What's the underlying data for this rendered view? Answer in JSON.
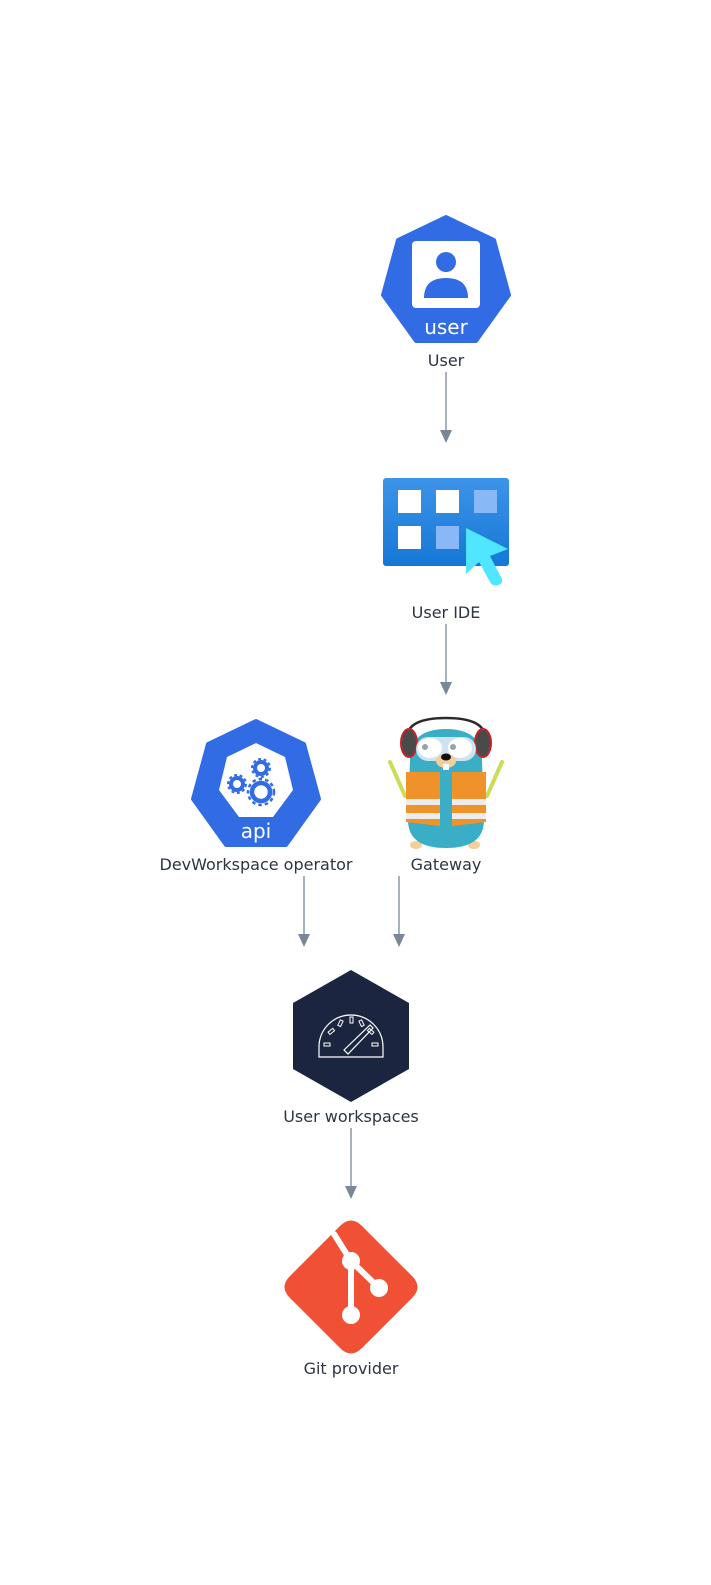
{
  "colors": {
    "kube_blue": "#326ce5",
    "ide_blue_top": "#3d94e8",
    "ide_blue_bottom": "#1577d6",
    "cursor_cyan": "#50e6ff",
    "workspace_navy": "#1b253f",
    "git_orange": "#f05033",
    "edge_gray": "#7a8797",
    "gopher_teal": "#3aaec6",
    "vest_orange": "#f0922a"
  },
  "nodes": {
    "user": {
      "label": "User",
      "icon": "kubernetes-user-icon",
      "badge": "user"
    },
    "user_ide": {
      "label": "User IDE",
      "icon": "ide-grid-cursor-icon"
    },
    "operator": {
      "label": "DevWorkspace operator",
      "icon": "kubernetes-api-icon",
      "badge": "api"
    },
    "gateway": {
      "label": "Gateway",
      "icon": "go-gopher-icon"
    },
    "workspaces": {
      "label": "User workspaces",
      "icon": "dashboard-gauge-hexagon-icon"
    },
    "git": {
      "label": "Git provider",
      "icon": "git-logo-icon"
    }
  },
  "edges": [
    {
      "from": "User",
      "to": "User IDE"
    },
    {
      "from": "User IDE",
      "to": "Gateway"
    },
    {
      "from": "DevWorkspace operator",
      "to": "User workspaces"
    },
    {
      "from": "Gateway",
      "to": "User workspaces"
    },
    {
      "from": "User workspaces",
      "to": "Git provider"
    }
  ]
}
